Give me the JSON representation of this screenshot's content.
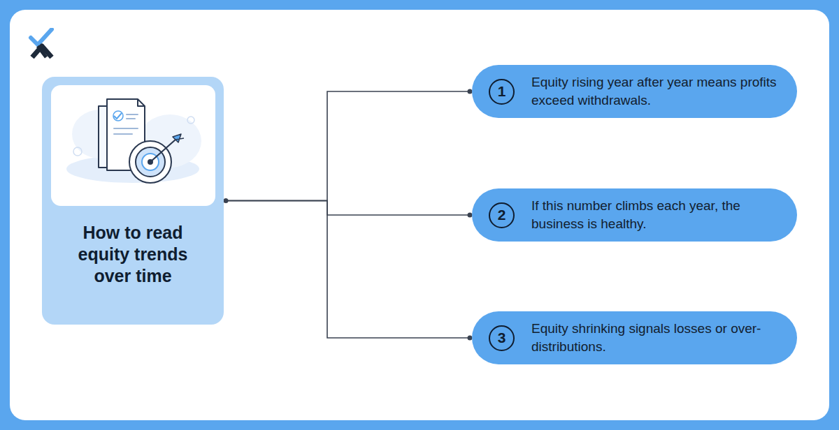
{
  "diagram": {
    "nodes": [
      {
        "text": [
          "How to read equity trends over time"
        ]
      },
      {
        "text": [
          "1",
          "Equity rising year after year means profits exceed withdrawals."
        ]
      },
      {
        "text": [
          "2",
          "If this number climbs each year, the business is healthy."
        ]
      },
      {
        "text": [
          "3",
          "Equity shrinking signals losses or over-distributions."
        ]
      }
    ],
    "edges": [
      {
        "from": 0,
        "to": 1,
        "arrow": "none"
      },
      {
        "from": 0,
        "to": 2,
        "arrow": "none"
      },
      {
        "from": 0,
        "to": 3,
        "arrow": "none"
      }
    ]
  }
}
